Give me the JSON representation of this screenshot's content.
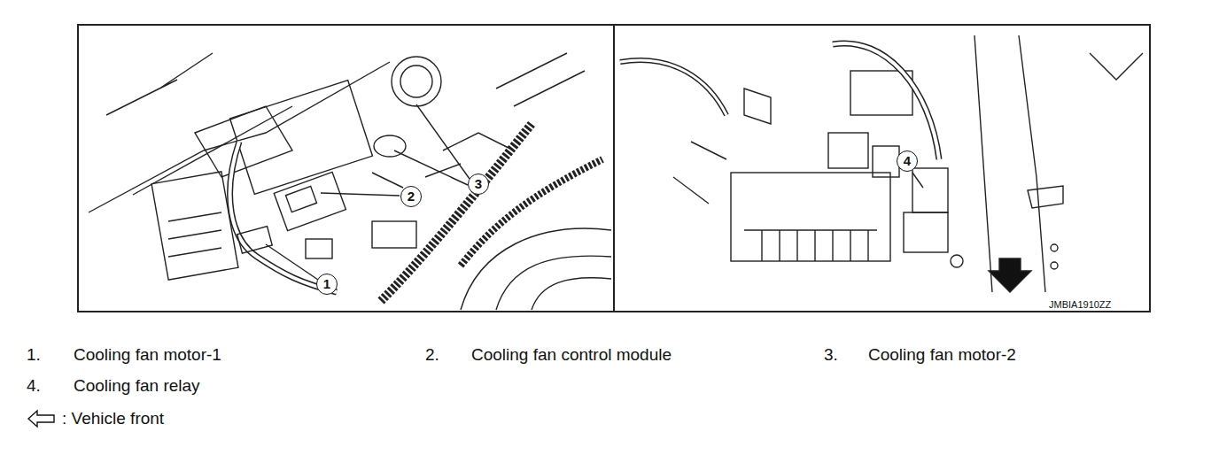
{
  "diagram": {
    "labels": [
      "1",
      "2",
      "3",
      "4",
      "JMBIA1910ZZ",
      "1.",
      "Cooling fan motor-1",
      "2.",
      "Cooling fan control module",
      "3.",
      "Cooling fan motor-2",
      "4.",
      "Cooling fan relay"
    ],
    "legend": [
      {
        "text": ": Vehicle front"
      }
    ]
  }
}
